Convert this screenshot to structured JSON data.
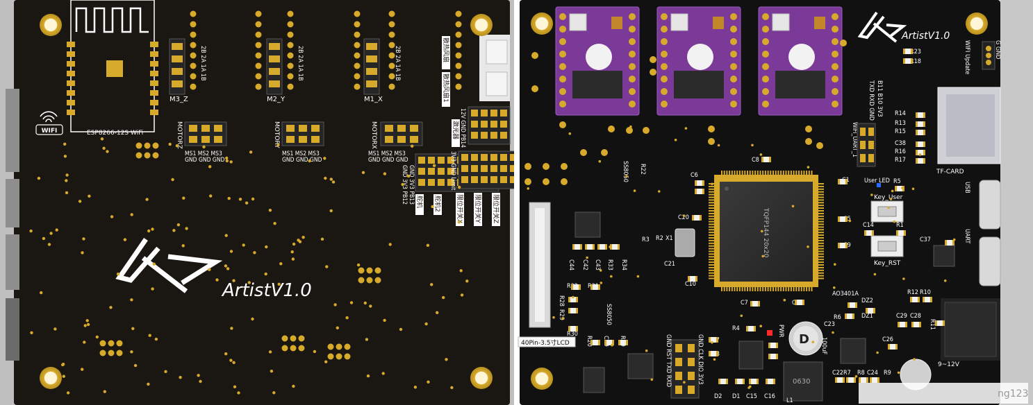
{
  "colors": {
    "board": "#1a1712",
    "gold": "#d7aa2c",
    "driver": "#7c3a98",
    "silk": "#ffffff"
  },
  "left": {
    "wifi_label": "WIFI",
    "module_label": "ESP8266-12S WiFi",
    "brand": "ArtistV1.0",
    "jumper_pins": [
      "2B",
      "2A",
      "1A",
      "1B"
    ],
    "m3": "M3_Z",
    "m2": "M2_Y",
    "m1": "M1_X",
    "motor_z": "MOTORZ",
    "motor_y": "MOTORY",
    "motor_x": "MOTORX",
    "ms_top": "MS1 MS2 MS3",
    "ms_bottom": "GND GND GND",
    "fan1": "散热风扇",
    "fan2": "散热风扇1",
    "pwr12": "12V GND PB14",
    "laser": "激光器",
    "col_a": "GND 3V3 PB12",
    "col_b": "GND 3V3 PB13",
    "col_c": "3V3 GND Limit",
    "servo": "舵机",
    "servo2": "舵机2",
    "limit_x": "限位开关X",
    "limit_y": "限位开关Y",
    "limit_z": "限位开关Z"
  },
  "right": {
    "brand": "ArtistV1.0",
    "wifi_update": "WIFI Update",
    "gnd_top": "G GND",
    "r23": "R23",
    "r18": "R18",
    "uart_pins": "B11 B10 3V3",
    "uart_pins2": "TXD RXD GND",
    "wifi_uart": "WiFi_UART_1",
    "r_list": [
      "R14",
      "R13",
      "R15",
      "C38",
      "R16",
      "R17"
    ],
    "tf_card": "TF-CARD",
    "usb": "USB",
    "uart": "UART",
    "user_led": "User LED",
    "r5": "R5",
    "key_user": "Key_User",
    "c14": "C14",
    "r1": "R1",
    "key_rst": "Key_RST",
    "c37": "C37",
    "mcu": "TQFP144 20x20",
    "c1": "C1",
    "c5": "C5",
    "c9": "C9",
    "c8": "C8",
    "c6": "C6",
    "c20": "C20",
    "x1": "X1",
    "r3": "R3",
    "r2": "R2",
    "c21": "C21",
    "c10": "C10",
    "c7": "C7",
    "c4": "C4",
    "ss8050a": "SS8050",
    "r22": "R22",
    "c44": "C44",
    "c42": "C42",
    "c43": "C43",
    "r33": "R33",
    "r34": "R34",
    "r32": "R32",
    "r31": "R31",
    "r28": "R28",
    "r29": "R29",
    "ss8050b": "SS8050",
    "r30": "R30",
    "r20": "R20",
    "c39": "C39",
    "r19": "R19",
    "lcd": "40Pin-3.5寸LCD",
    "swd_a": "GND RST TXD RXD",
    "swd_b": "GND CLK DIO 3V3",
    "c17": "C17",
    "c18": "C18",
    "r4": "R4",
    "pwr": "PWR",
    "c23": "C23",
    "c23val": "100uF",
    "ao3401a": "AO3401A",
    "r6": "R6",
    "dz2": "DZ2",
    "dz1": "DZ1",
    "r12": "R12",
    "r10": "R10",
    "c29": "C29",
    "c28": "C28",
    "r11": "R11",
    "c26": "C26",
    "vin": "9~12V",
    "c22": "C22",
    "r7": "R7",
    "r8": "R8",
    "c24": "C24",
    "r9": "R9",
    "d2": "D2",
    "d1": "D1",
    "c15": "C15",
    "c16": "C16",
    "l1": "L1",
    "inductor": "0630",
    "watermark": "ng123"
  }
}
